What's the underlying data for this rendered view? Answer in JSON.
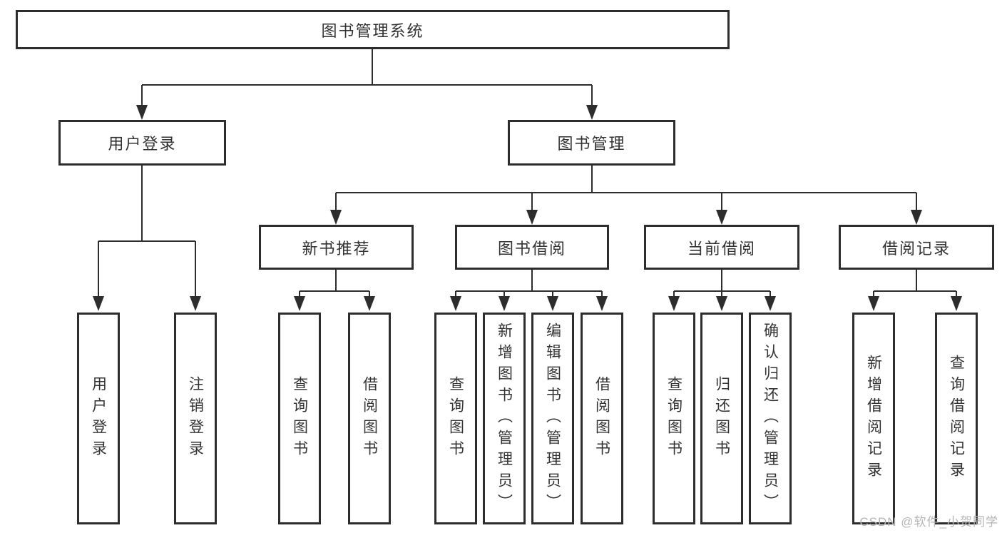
{
  "diagram": {
    "root": "图书管理系统",
    "level2": {
      "user_login": "用户登录",
      "book_mgmt": "图书管理"
    },
    "level3": {
      "new_books": "新书推荐",
      "book_borrow": "图书借阅",
      "current_borrow": "当前借阅",
      "borrow_records": "借阅记录"
    },
    "leaves": {
      "user_login": [
        "用户登录",
        "注销登录"
      ],
      "new_books": [
        "查询图书",
        "借阅图书"
      ],
      "book_borrow": [
        "查询图书",
        "新增图书（管理员）",
        "编辑图书（管理员）",
        "借阅图书"
      ],
      "current_borrow": [
        "查询图书",
        "归还图书",
        "确认归还（管理员）"
      ],
      "borrow_records": [
        "新增借阅记录",
        "查询借阅记录"
      ]
    }
  },
  "watermark": "CSDN @软件_小贺同学",
  "colors": {
    "line": "#2d2d2d",
    "text": "#333333",
    "watermark": "#b5b5b5",
    "background": "#ffffff"
  }
}
